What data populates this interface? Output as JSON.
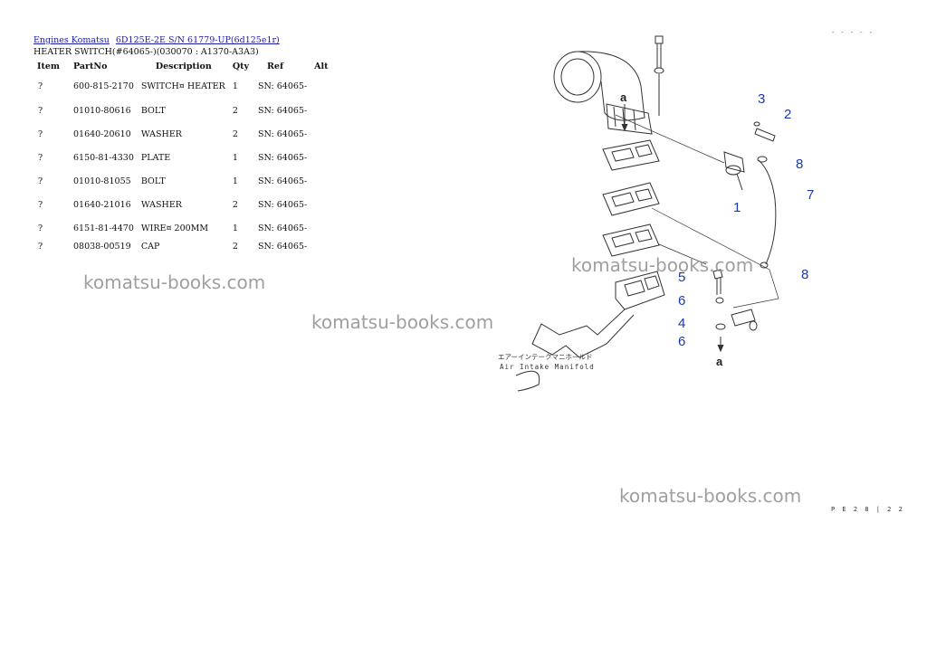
{
  "breadcrumb": {
    "link1": "Engines Komatsu",
    "link2": "6D125E-2E S/N 61779-UP(6d125e1r)"
  },
  "subtitle": "HEATER SWITCH(#64065-)(030070 : A1370-A3A3)",
  "table": {
    "headers": [
      "Item",
      "PartNo",
      "Description",
      "Qty",
      "Ref",
      "Alt"
    ],
    "rows": [
      {
        "item": "?",
        "partno": "600-815-2170",
        "desc": "SWITCH¤ HEATER",
        "qty": "1",
        "ref": "SN: 64065-",
        "alt": ""
      },
      {
        "item": "?",
        "partno": "01010-80616",
        "desc": "BOLT",
        "qty": "2",
        "ref": "SN: 64065-",
        "alt": ""
      },
      {
        "item": "?",
        "partno": "01640-20610",
        "desc": "WASHER",
        "qty": "2",
        "ref": "SN: 64065-",
        "alt": ""
      },
      {
        "item": "?",
        "partno": "6150-81-4330",
        "desc": "PLATE",
        "qty": "1",
        "ref": "SN: 64065-",
        "alt": ""
      },
      {
        "item": "?",
        "partno": "01010-81055",
        "desc": "BOLT",
        "qty": "1",
        "ref": "SN: 64065-",
        "alt": ""
      },
      {
        "item": "?",
        "partno": "01640-21016",
        "desc": "WASHER",
        "qty": "2",
        "ref": "SN: 64065-",
        "alt": ""
      },
      {
        "item": "?",
        "partno": "6151-81-4470",
        "desc": "WIRE¤ 200MM",
        "qty": "1",
        "ref": "SN: 64065-",
        "alt": ""
      },
      {
        "item": "?",
        "partno": "08038-00519",
        "desc": "CAP",
        "qty": "2",
        "ref": "SN: 64065-",
        "alt": ""
      }
    ]
  },
  "watermark": "komatsu-books.com",
  "diagram": {
    "callouts": [
      "1",
      "2",
      "3",
      "4",
      "5",
      "6",
      "6",
      "7",
      "8",
      "8"
    ],
    "label_a": "a",
    "label_jp": "エアーインテークマニホールド",
    "label_en": "Air Intake Manifold"
  },
  "codes": {
    "top_right": "- - - - -",
    "bottom_right": "P E 2 8 | 2 2"
  },
  "colors": {
    "link": "#1a1aa6",
    "callout": "#1a3aa8",
    "watermark": "#8f8f8f"
  }
}
